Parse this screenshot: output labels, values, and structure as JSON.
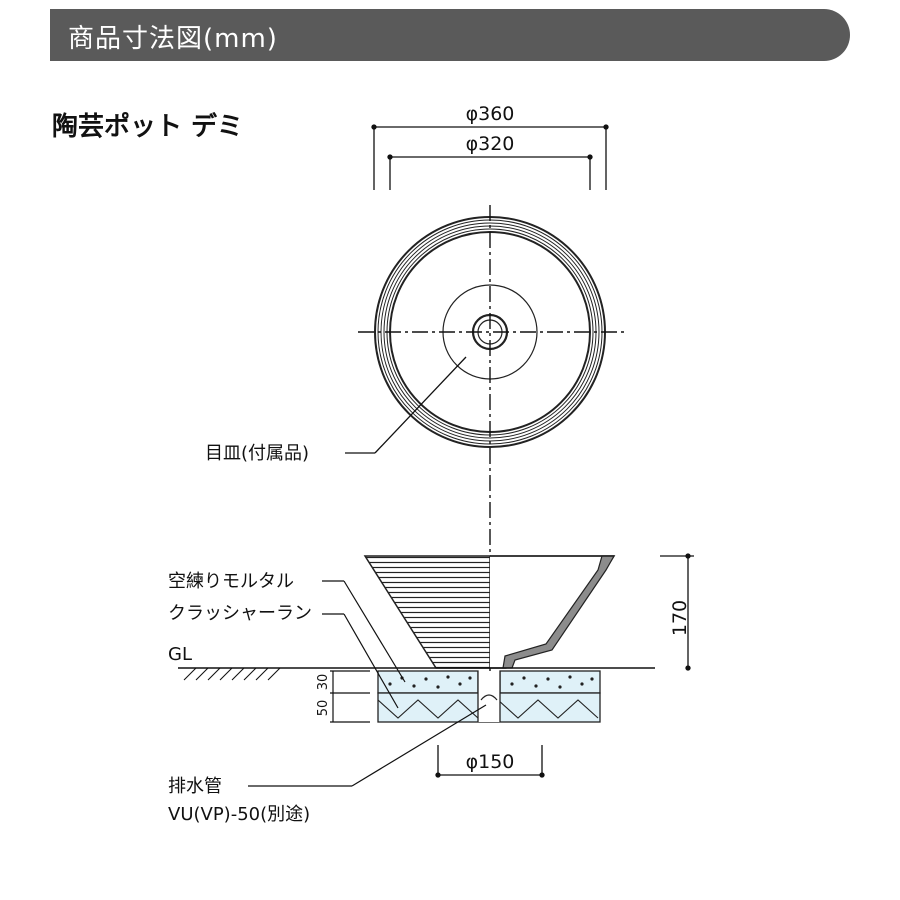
{
  "header": {
    "title": "商品寸法図(mm)"
  },
  "product": {
    "name": "陶芸ポット デミ"
  },
  "dimensions": {
    "outer_diameter": "φ360",
    "inner_diameter": "φ320",
    "base_diameter": "φ150",
    "height": "170",
    "layer_top": "30",
    "layer_bottom": "50"
  },
  "labels": {
    "plate": "目皿(付属品)",
    "mortar": "空練りモルタル",
    "crusher_run": "クラッシャーラン",
    "ground_level": "GL",
    "drain_pipe_line1": "排水管",
    "drain_pipe_line2": "VU(VP)-50(別途)"
  },
  "colors": {
    "header_bg": "#5a5a5a",
    "fill_blue": "#dff1f8",
    "pot_gray": "#8c8c8c"
  }
}
